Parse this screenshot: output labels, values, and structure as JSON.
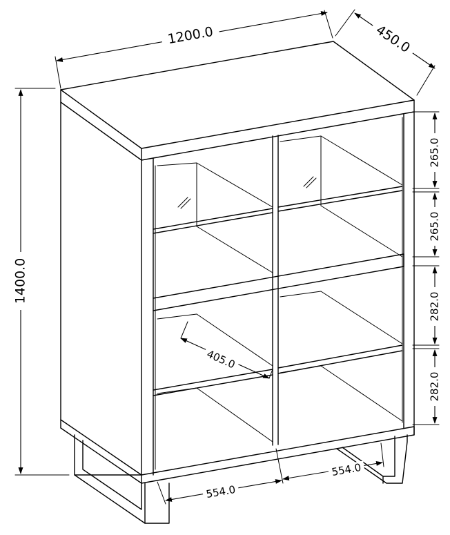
{
  "dimensions": {
    "total_width": "1200.0",
    "depth": "450.0",
    "total_height": "1400.0",
    "upper_shelf_top": "265.0",
    "upper_shelf_bottom": "265.0",
    "lower_shelf_top": "282.0",
    "lower_shelf_bottom": "282.0",
    "inner_depth": "405.0",
    "left_bay_width": "554.0",
    "right_bay_width": "554.0"
  }
}
